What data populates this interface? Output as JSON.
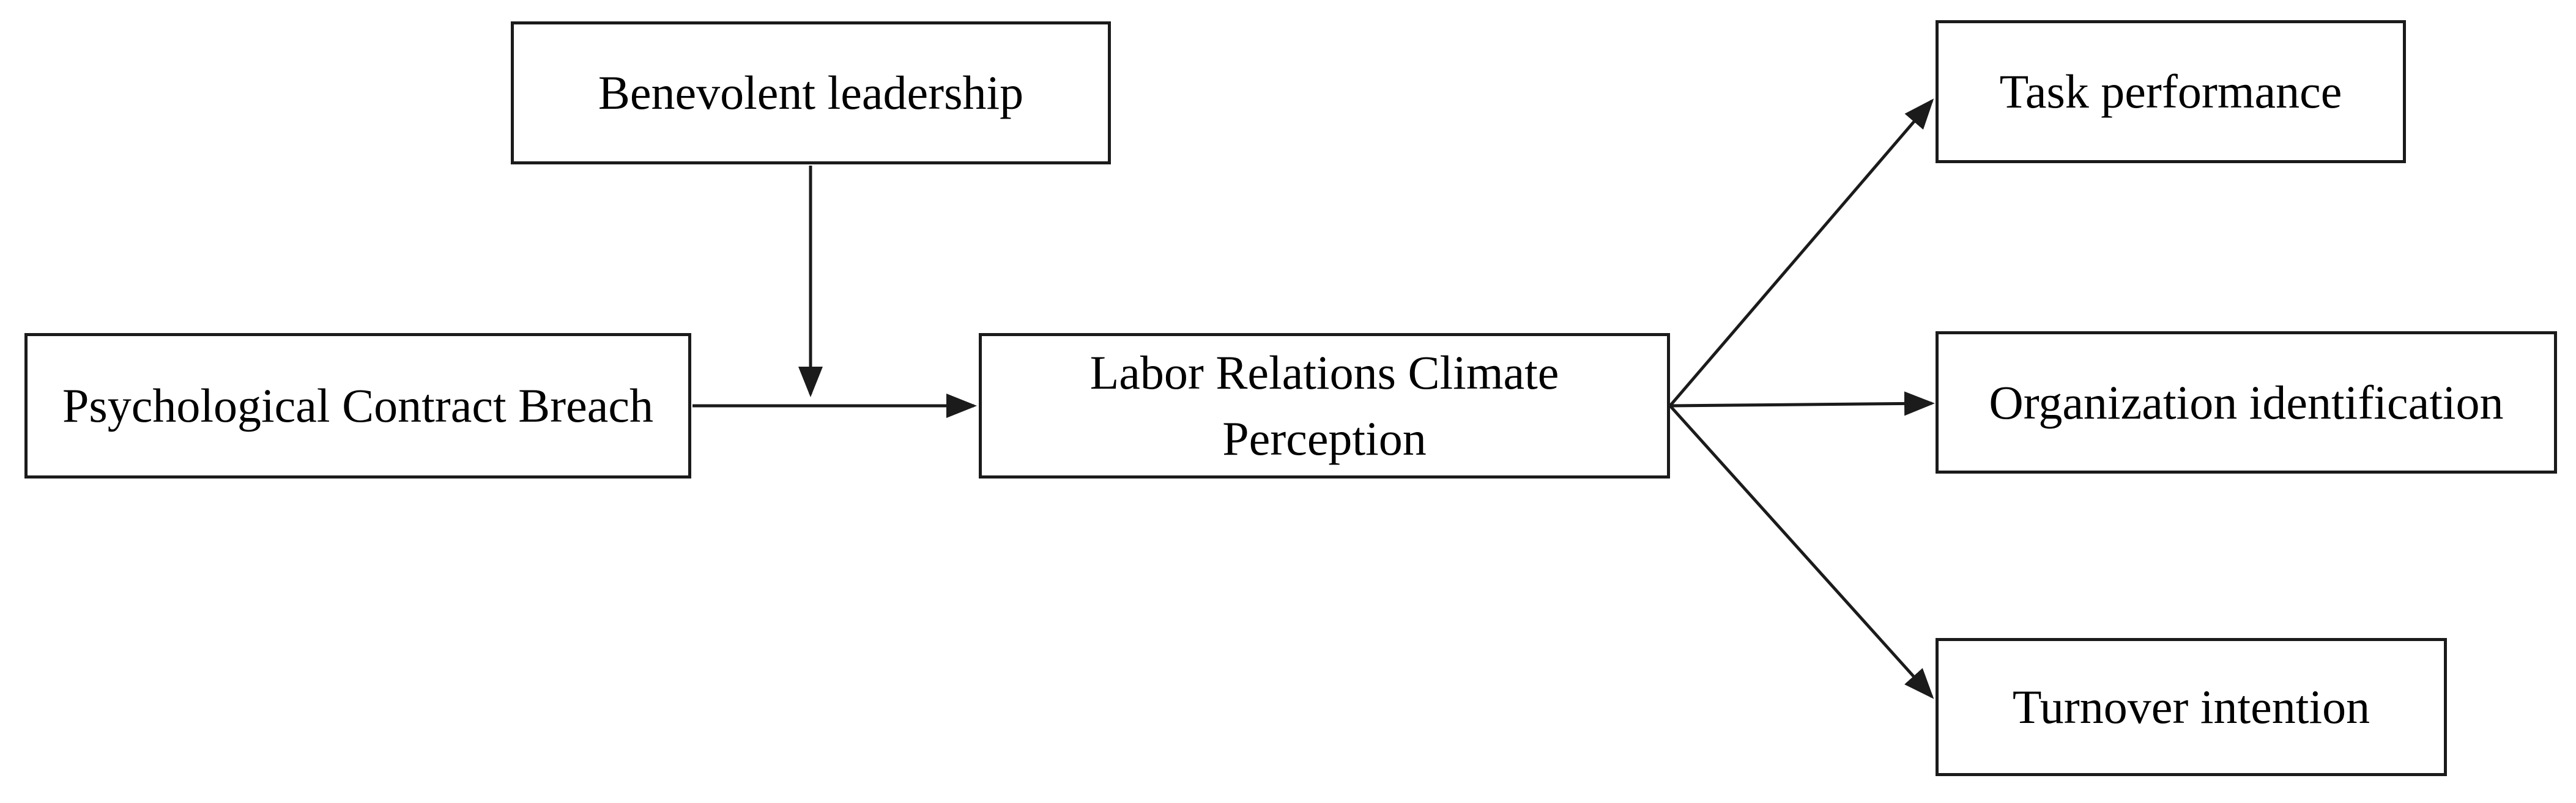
{
  "figure": {
    "background_color": "#ffffff",
    "line_color": "#1b1b1b",
    "text_color": "#000000",
    "nodes": [
      {
        "id": "benevolent-leadership",
        "label": "Benevolent leadership"
      },
      {
        "id": "psychological-contract-breach",
        "label": "Psychological Contract Breach"
      },
      {
        "id": "labor-relations-climate-perception",
        "label": "Labor Relations Climate Perception"
      },
      {
        "id": "task-performance",
        "label": "Task performance"
      },
      {
        "id": "organization-identification",
        "label": "Organization identification"
      },
      {
        "id": "turnover-intention",
        "label": "Turnover intention"
      }
    ],
    "edges": [
      {
        "from": "psychological-contract-breach",
        "to": "labor-relations-climate-perception",
        "type": "direct-arrow"
      },
      {
        "from": "benevolent-leadership",
        "to": "path(psychological-contract-breach → labor-relations-climate-perception)",
        "type": "moderation-arrow"
      },
      {
        "from": "labor-relations-climate-perception",
        "to": "task-performance",
        "type": "direct-arrow"
      },
      {
        "from": "labor-relations-climate-perception",
        "to": "organization-identification",
        "type": "direct-arrow"
      },
      {
        "from": "labor-relations-climate-perception",
        "to": "turnover-intention",
        "type": "direct-arrow"
      }
    ]
  }
}
